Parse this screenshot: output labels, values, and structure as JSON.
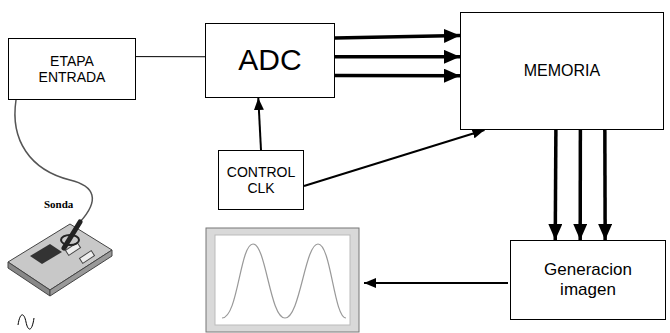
{
  "diagram": {
    "nodes": [
      {
        "text": [
          "ETAPA ENTRADA"
        ]
      },
      {
        "text": [
          "ADC"
        ]
      },
      {
        "text": [
          "MEMORIA"
        ]
      },
      {
        "text": [
          "CONTROL CLK"
        ]
      },
      {
        "text": [
          "Generacion imagen"
        ]
      }
    ],
    "edges": [
      {
        "from": 0,
        "to": 1,
        "arrow": "none"
      },
      {
        "from": 1,
        "to": 2,
        "arrow": "to"
      },
      {
        "from": 1,
        "to": 2,
        "arrow": "to"
      },
      {
        "from": 1,
        "to": 2,
        "arrow": "to"
      },
      {
        "from": 3,
        "to": 1,
        "arrow": "to"
      },
      {
        "from": 3,
        "to": 2,
        "arrow": "to"
      },
      {
        "from": 2,
        "to": 4,
        "arrow": "to"
      },
      {
        "from": 2,
        "to": 4,
        "arrow": "to"
      },
      {
        "from": 2,
        "to": 4,
        "arrow": "to"
      }
    ],
    "labels": [
      "Sonda"
    ]
  }
}
